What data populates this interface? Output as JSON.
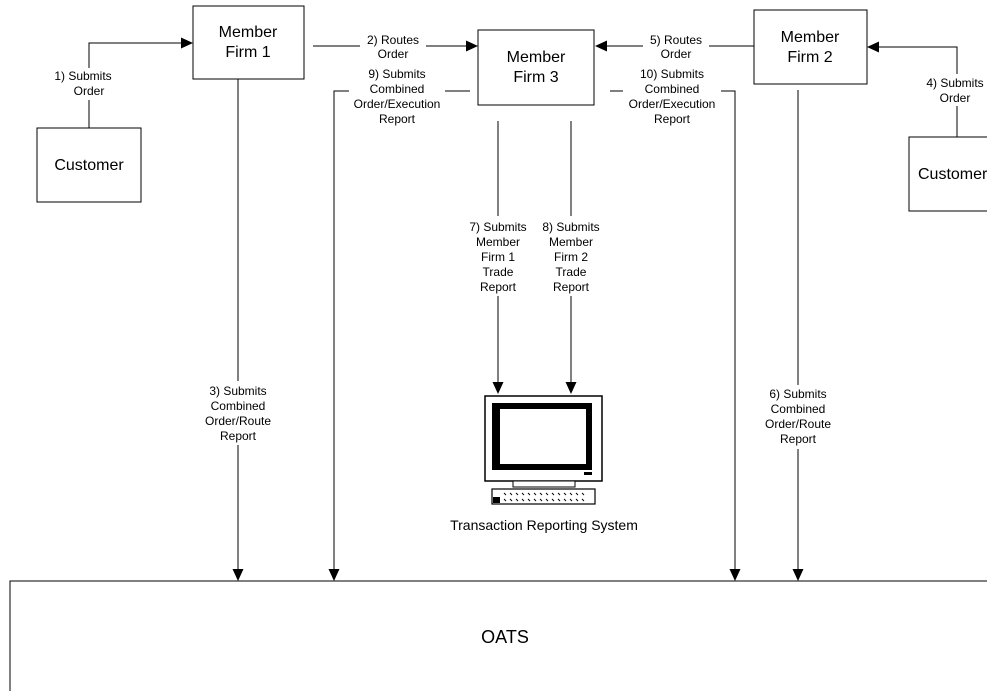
{
  "nodes": {
    "member_firm_1": {
      "line1": "Member",
      "line2": "Firm 1"
    },
    "member_firm_3": {
      "line1": "Member",
      "line2": "Firm 3"
    },
    "member_firm_2": {
      "line1": "Member",
      "line2": "Firm 2"
    },
    "customer_left": {
      "label": "Customer"
    },
    "customer_right": {
      "label": "Customer"
    },
    "trs": {
      "label": "Transaction Reporting System"
    },
    "oats": {
      "label": "OATS"
    }
  },
  "edges": {
    "e1": [
      "1) Submits",
      "Order"
    ],
    "e2": [
      "2) Routes",
      "Order"
    ],
    "e3": [
      "3) Submits",
      "Combined",
      "Order/Route",
      "Report"
    ],
    "e4": [
      "4) Submits",
      "Order"
    ],
    "e5": [
      "5) Routes",
      "Order"
    ],
    "e6": [
      "6) Submits",
      "Combined",
      "Order/Route",
      "Report"
    ],
    "e7": [
      "7) Submits",
      "Member",
      "Firm  1",
      "Trade",
      "Report"
    ],
    "e8": [
      "8) Submits",
      "Member",
      "Firm 2",
      "Trade",
      "Report"
    ],
    "e9": [
      "9) Submits",
      "Combined",
      "Order/Execution",
      "Report"
    ],
    "e10": [
      "10) Submits",
      "Combined",
      "Order/Execution",
      "Report"
    ]
  }
}
